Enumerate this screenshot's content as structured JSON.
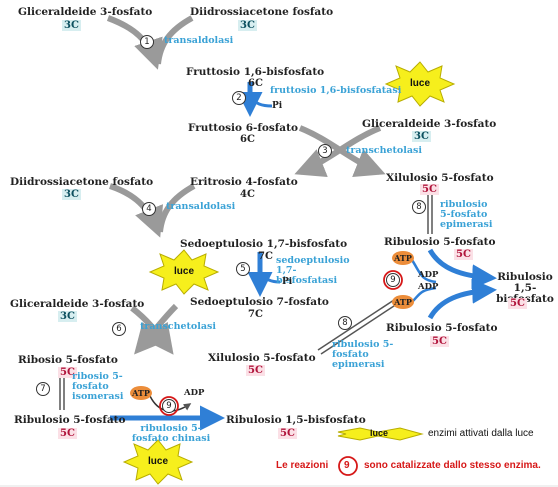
{
  "compounds": {
    "g3p_1": "Gliceraldeide 3-fosfato",
    "g3p_1_c": "3C",
    "dhap_1": "Diidrossiacetone fosfato",
    "dhap_1_c": "3C",
    "f16bp": "Fruttosio 1,6-bisfosfato",
    "f16bp_c": "6C",
    "f6p": "Fruttosio 6-fosfato",
    "f6p_c": "6C",
    "g3p_2": "Gliceraldeide 3-fosfato",
    "g3p_2_c": "3C",
    "dhap_2": "Diidrossiacetone fosfato",
    "dhap_2_c": "3C",
    "e4p": "Eritrosio 4-fosfato",
    "e4p_c": "4C",
    "xu5p_1": "Xilulosio 5-fosfato",
    "xu5p_1_c": "5C",
    "s17bp": "Sedoeptulosio 1,7-bisfosfato",
    "s17bp_c": "7C",
    "ru5p_1": "Ribulosio 5-fosfato",
    "ru5p_1_c": "5C",
    "rubp_1": "Ribulosio 1,5-bisfosfato",
    "rubp_1_c": "5C",
    "s7p": "Sedoeptulosio 7-fosfato",
    "s7p_c": "7C",
    "ru5p_2": "Ribulosio 5-fosfato",
    "ru5p_2_c": "5C",
    "g3p_3": "Gliceraldeide 3-fosfato",
    "g3p_3_c": "3C",
    "r5p": "Ribosio 5-fosfato",
    "r5p_c": "5C",
    "xu5p_2": "Xilulosio 5-fosfato",
    "xu5p_2_c": "5C",
    "ru5p_3": "Ribulosio 5-fosfato",
    "ru5p_3_c": "5C",
    "rubp_2": "Ribulosio 1,5-bisfosfato",
    "rubp_2_c": "5C"
  },
  "enzymes": {
    "e1": "transaldolasi",
    "e2": "fruttosio 1,6-bisfosfatasi",
    "e3": "transchetolasi",
    "e4": "transaldolasi",
    "e5": "sedoeptulosio 1,7-bisfosfatasi",
    "e6": "transchetolasi",
    "e7": "ribosio 5-fosfato isomerasi",
    "e8a": "ribulosio 5-fosfato epimerasi",
    "e8b": "ribulosio 5-fosfato epimerasi",
    "e9": "ribulosio 5-fosfato chinasi"
  },
  "step_numbers": [
    "1",
    "2",
    "3",
    "4",
    "5",
    "6",
    "7",
    "8",
    "8",
    "9",
    "9"
  ],
  "pi_label": "Pi",
  "atp_label": "ATP",
  "adp_label": "ADP",
  "luce_label": "luce",
  "legend": {
    "luce_caption": "enzimi attivati dalla luce",
    "note_prefix": "Le reazioni",
    "note_number": "9",
    "note_suffix": "sono catalizzate dallo stesso enzima."
  },
  "colors": {
    "arrow_blue": "#2f7fd6",
    "arrow_gray": "#9a9a9a",
    "enzyme_blue": "#3aa2d6",
    "star_yellow": "#f6ef1c",
    "atp_orange": "#ec8d3a",
    "note_red": "#d61818",
    "teal_badge": "#d7eef0",
    "pink_badge": "#fbe0e6"
  }
}
